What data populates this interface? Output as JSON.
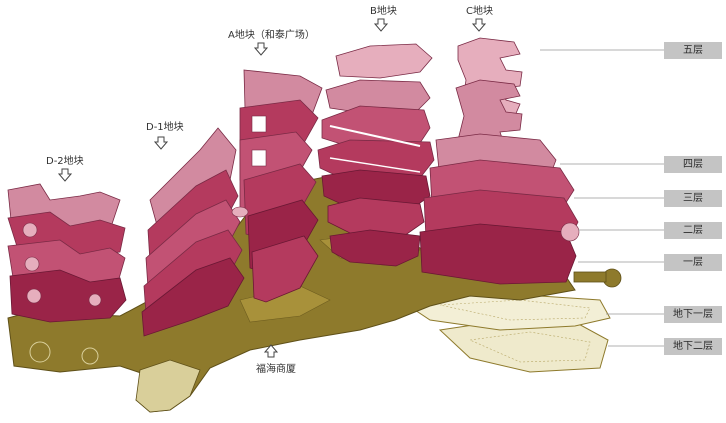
{
  "blocks": {
    "d2": "D-2地块",
    "d1": "D-1地块",
    "a": "A地块（和泰广场）",
    "b": "B地块",
    "c": "C地块",
    "fuhai": "福海商厦"
  },
  "floors": {
    "f5": "五层",
    "f4": "四层",
    "f3": "三层",
    "f2": "二层",
    "f1": "一层",
    "b1": "地下一层",
    "b2": "地下二层"
  },
  "colors": {
    "upper_floor": "#d28aa0",
    "upper_floor_light": "#e6aebd",
    "main_floor": "#b43a5e",
    "deep_floor": "#9a2448",
    "basement": "#8e7a2c",
    "basement_dark": "#6e5d1f",
    "basement_light": "#efeacc",
    "label_box": "#c4c4c4"
  }
}
